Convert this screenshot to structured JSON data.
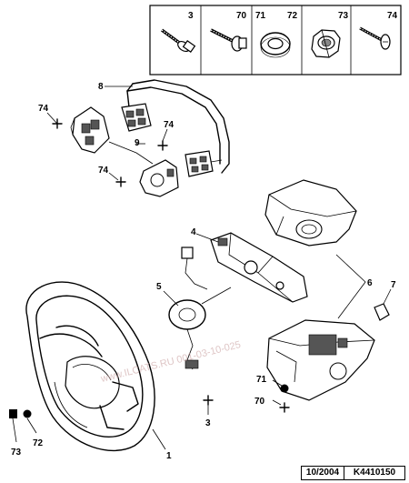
{
  "legend": {
    "items": [
      {
        "ref": "3",
        "icon": "screw-washer-icon"
      },
      {
        "ref": "70",
        "icon": "flanged-screw-icon"
      },
      {
        "ref": "71",
        "icon": "washer-icon"
      },
      {
        "ref": "72",
        "icon": "washer-icon"
      },
      {
        "ref": "73",
        "icon": "nut-icon"
      },
      {
        "ref": "74",
        "icon": "tapping-screw-icon"
      }
    ]
  },
  "callouts": {
    "c1": "1",
    "c3": "3",
    "c4": "4",
    "c5": "5",
    "c6": "6",
    "c7": "7",
    "c8": "8",
    "c9": "9",
    "c70": "70",
    "c71": "71",
    "c72": "72",
    "c73": "73",
    "c74a": "74",
    "c74b": "74",
    "c74c": "74"
  },
  "watermark": "www.ILCATS.RU 001-03-10-025",
  "footer": {
    "date": "10/2004",
    "reference": "K4410150"
  }
}
